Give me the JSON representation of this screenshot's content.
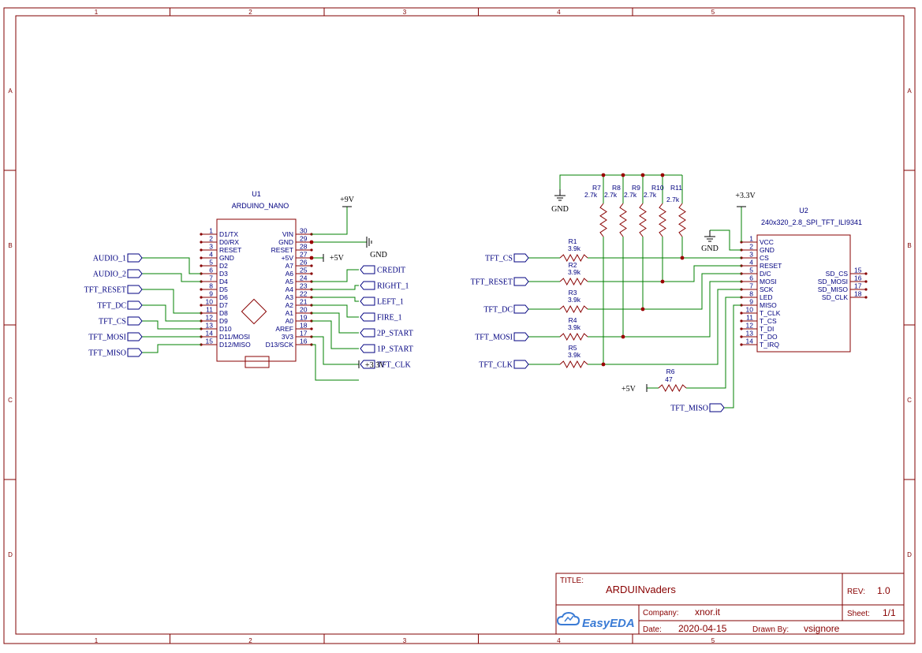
{
  "frame": {
    "col_labels": [
      "1",
      "2",
      "3",
      "4",
      "5"
    ],
    "row_labels": [
      "A",
      "B",
      "C",
      "D"
    ]
  },
  "colors": {
    "border": "#800000",
    "wire": "#008000",
    "part": "#880000",
    "text": "#000080",
    "junction": "#990000"
  },
  "u1": {
    "ref": "U1",
    "name": "ARDUINO_NANO",
    "left_pins": [
      {
        "num": "1",
        "name": "D1/TX"
      },
      {
        "num": "2",
        "name": "D0/RX"
      },
      {
        "num": "3",
        "name": "RESET"
      },
      {
        "num": "4",
        "name": "GND"
      },
      {
        "num": "5",
        "name": "D2"
      },
      {
        "num": "6",
        "name": "D3"
      },
      {
        "num": "7",
        "name": "D4"
      },
      {
        "num": "8",
        "name": "D5"
      },
      {
        "num": "9",
        "name": "D6"
      },
      {
        "num": "10",
        "name": "D7"
      },
      {
        "num": "11",
        "name": "D8"
      },
      {
        "num": "12",
        "name": "D9"
      },
      {
        "num": "13",
        "name": "D10"
      },
      {
        "num": "14",
        "name": "D11/MOSI"
      },
      {
        "num": "15",
        "name": "D12/MISO"
      }
    ],
    "right_pins": [
      {
        "num": "30",
        "name": "VIN"
      },
      {
        "num": "29",
        "name": "GND"
      },
      {
        "num": "28",
        "name": "RESET"
      },
      {
        "num": "27",
        "name": "+5V"
      },
      {
        "num": "26",
        "name": "A7"
      },
      {
        "num": "25",
        "name": "A6"
      },
      {
        "num": "24",
        "name": "A5"
      },
      {
        "num": "23",
        "name": "A4"
      },
      {
        "num": "22",
        "name": "A3"
      },
      {
        "num": "21",
        "name": "A2"
      },
      {
        "num": "20",
        "name": "A1"
      },
      {
        "num": "19",
        "name": "A0"
      },
      {
        "num": "18",
        "name": "AREF"
      },
      {
        "num": "17",
        "name": "3V3"
      },
      {
        "num": "16",
        "name": "D13/SCK"
      }
    ]
  },
  "u2": {
    "ref": "U2",
    "name": "240x320_2.8_SPI_TFT_ILI9341",
    "left_pins": [
      {
        "num": "1",
        "name": "VCC"
      },
      {
        "num": "2",
        "name": "GND"
      },
      {
        "num": "3",
        "name": "CS"
      },
      {
        "num": "4",
        "name": "RESET"
      },
      {
        "num": "5",
        "name": "D/C"
      },
      {
        "num": "6",
        "name": "MOSI"
      },
      {
        "num": "7",
        "name": "SCK"
      },
      {
        "num": "8",
        "name": "LED"
      },
      {
        "num": "9",
        "name": "MISO"
      },
      {
        "num": "10",
        "name": "T_CLK"
      },
      {
        "num": "11",
        "name": "T_CS"
      },
      {
        "num": "12",
        "name": "T_DI"
      },
      {
        "num": "13",
        "name": "T_DO"
      },
      {
        "num": "14",
        "name": "T_IRQ"
      }
    ],
    "right_pins": [
      {
        "num": "15",
        "name": "SD_CS"
      },
      {
        "num": "16",
        "name": "SD_MOSI"
      },
      {
        "num": "17",
        "name": "SD_MISO"
      },
      {
        "num": "18",
        "name": "SD_CLK"
      }
    ]
  },
  "u1_left_nets": [
    "AUDIO_1",
    "AUDIO_2",
    "TFT_RESET",
    "TFT_DC",
    "TFT_CS",
    "TFT_MOSI",
    "TFT_MISO"
  ],
  "u1_right_nets": [
    "CREDIT",
    "RIGHT_1",
    "LEFT_1",
    "FIRE_1",
    "2P_START",
    "1P_START",
    "TFT_CLK"
  ],
  "u2_nets": [
    "TFT_CS",
    "TFT_RESET",
    "TFT_DC",
    "TFT_MOSI",
    "TFT_CLK",
    "TFT_MISO"
  ],
  "power": {
    "v9": "+9V",
    "v5": "+5V",
    "v33": "+3.3V",
    "gnd": "GND"
  },
  "series_resistors": [
    {
      "ref": "R1",
      "value": "3.9k"
    },
    {
      "ref": "R2",
      "value": "3.9k"
    },
    {
      "ref": "R3",
      "value": "3.9k"
    },
    {
      "ref": "R4",
      "value": "3.9k"
    },
    {
      "ref": "R5",
      "value": "3.9k"
    }
  ],
  "pulldown_resistors": [
    {
      "ref": "R7",
      "value": "2.7k"
    },
    {
      "ref": "R8",
      "value": "2.7k"
    },
    {
      "ref": "R9",
      "value": "2.7k"
    },
    {
      "ref": "R10",
      "value": "2.7k"
    },
    {
      "ref": "R11",
      "value": "2.7k"
    }
  ],
  "r6": {
    "ref": "R6",
    "value": "47"
  },
  "title_block": {
    "title_label": "TITLE:",
    "title": "ARDUINvaders",
    "rev_label": "REV:",
    "rev": "1.0",
    "company_label": "Company:",
    "company": "xnor.it",
    "sheet_label": "Sheet:",
    "sheet": "1/1",
    "date_label": "Date:",
    "date": "2020-04-15",
    "drawn_label": "Drawn By:",
    "drawn": "vsignore",
    "logo": "EasyEDA"
  }
}
